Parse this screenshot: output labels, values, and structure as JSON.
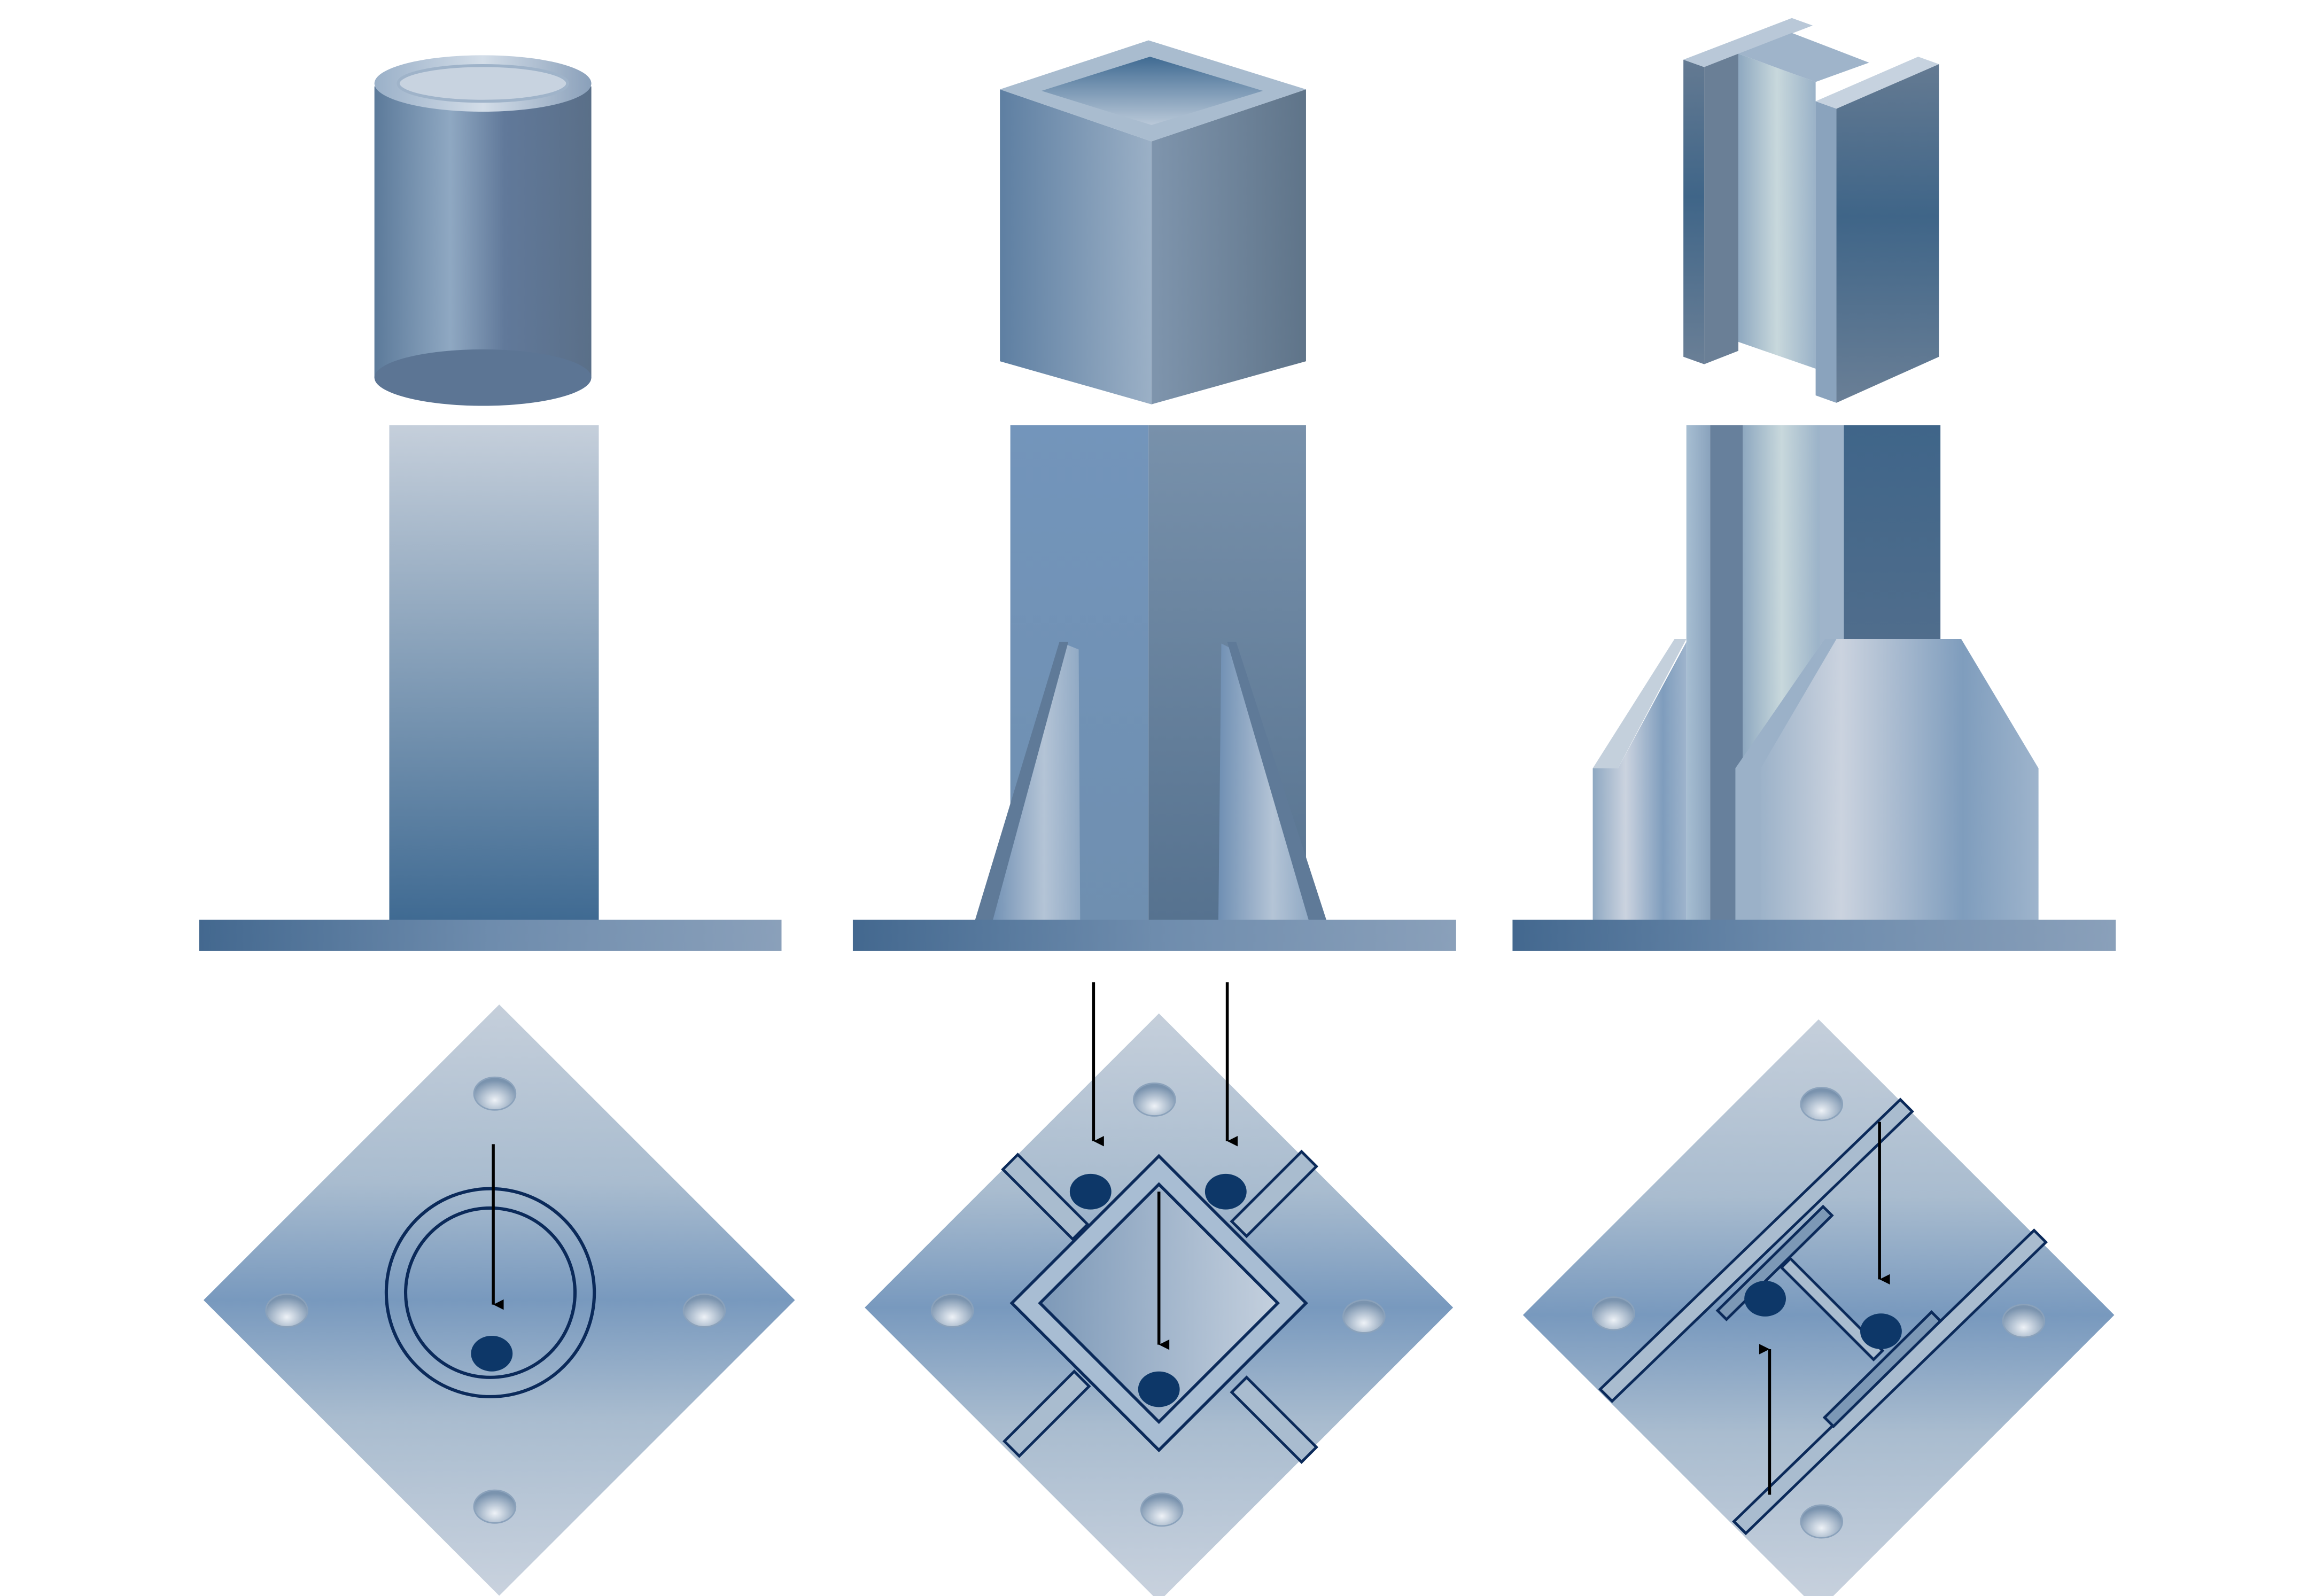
{
  "figure": {
    "columns": [
      {
        "section_shape": "round tube",
        "stiffeners": 0
      },
      {
        "section_shape": "square tube",
        "stiffeners": 4
      },
      {
        "section_shape": "I-beam",
        "stiffeners": 2
      }
    ],
    "plan_views": [
      {
        "bolt_holes": 4,
        "arrows": 1
      },
      {
        "bolt_holes": 4,
        "arrows": 3
      },
      {
        "bolt_holes": 4,
        "arrows": 2
      }
    ]
  },
  "colors": {
    "steel_light": "#c9d3df",
    "steel_mid": "#8aa2bd",
    "steel_dark": "#3e6489",
    "outline": "#0b2a5a",
    "arrow": "#000000",
    "weld_dot": "#0d3768"
  }
}
